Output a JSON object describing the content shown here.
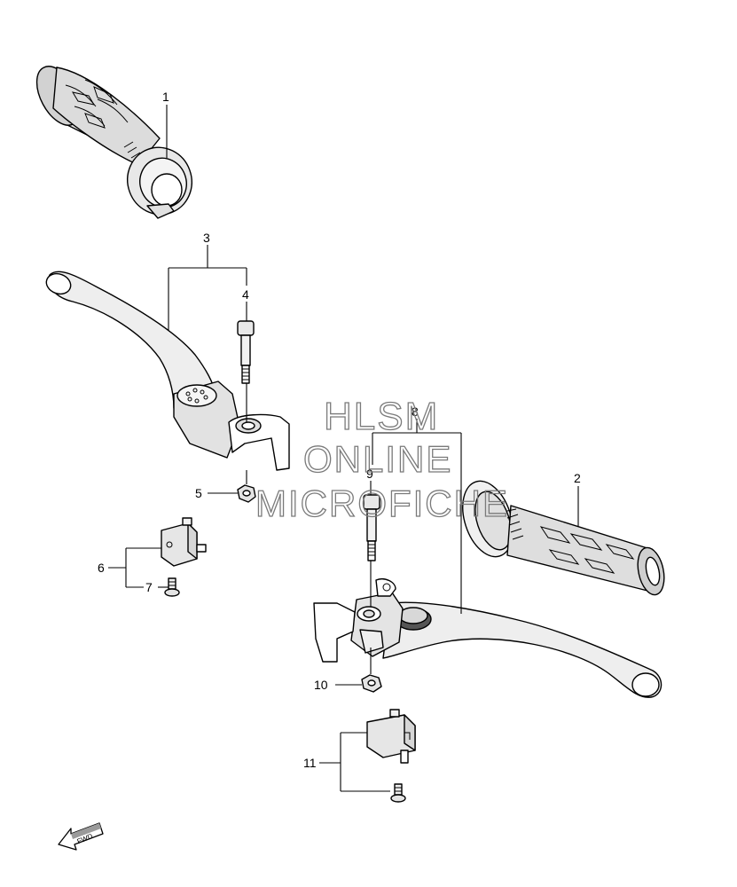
{
  "watermark": {
    "line1": "HLSM",
    "line2": "ONLINE",
    "line3": "MICROFICHE"
  },
  "callouts": {
    "c1": "1",
    "c2": "2",
    "c3": "3",
    "c4": "4",
    "c5": "5",
    "c6": "6",
    "c7": "7",
    "c8": "8",
    "c9": "9",
    "c10": "10",
    "c11": "11"
  },
  "fwd_label": "FWD",
  "icons": {
    "fwd": "fwd-arrow-icon"
  }
}
